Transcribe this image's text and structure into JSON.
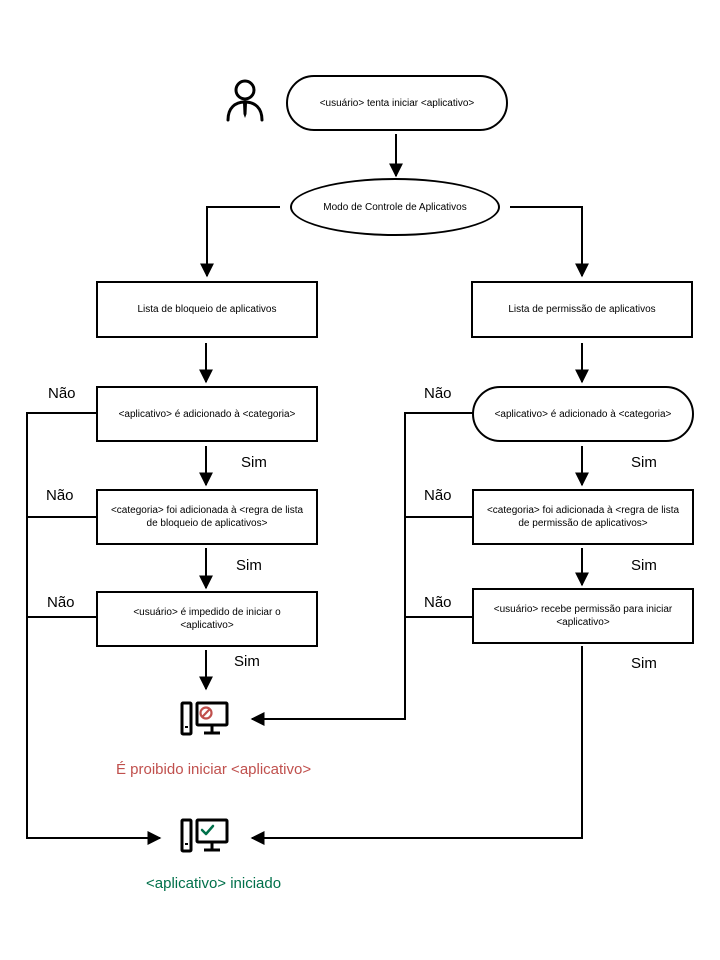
{
  "start": "<usuário> tenta iniciar <aplicativo>",
  "mode": "Modo de Controle de Aplicativos",
  "left": {
    "list": "Lista de bloqueio de aplicativos",
    "check1": "<aplicativo> é adicionado à <categoria>",
    "check2": "<categoria> foi adicionada à <regra de lista de bloqueio de aplicativos>",
    "check3": "<usuário> é impedido  de iniciar o <aplicativo>"
  },
  "right": {
    "list": "Lista de permissão de aplicativos",
    "check1": "<aplicativo> é adicionado à <categoria>",
    "check2": "<categoria> foi adicionada à <regra de lista de permissão de aplicativos>",
    "check3": "<usuário> recebe permissão para iniciar <aplicativo>"
  },
  "labels": {
    "no": "Não",
    "yes": "Sim"
  },
  "results": {
    "blocked": "É proibido iniciar <aplicativo>",
    "started": "<aplicativo> iniciado"
  },
  "colors": {
    "blocked": "#c0504d",
    "started": "#00704a",
    "line": "#000000"
  },
  "icons": [
    "user-icon",
    "computer-blocked-icon",
    "computer-allowed-icon"
  ]
}
